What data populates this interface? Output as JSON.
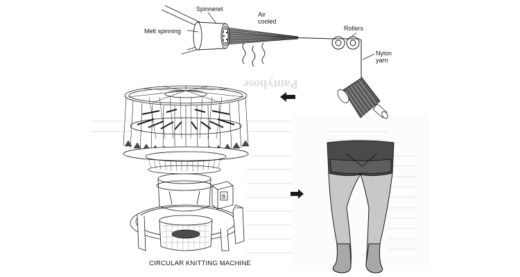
{
  "diagram": {
    "labels": {
      "melt_spinning": "Melt spinning",
      "spinneret": "Spinneret",
      "air_cooled": "Air\ncooled",
      "rollers": "Rollers",
      "nylon_yarn": "Nylon\nyarn"
    },
    "caption": "CIRCULAR KNITTING MACHINE",
    "machine_dial_digit": "8"
  },
  "colors": {
    "ink": "#1a1a1a",
    "grey_light": "#c8c8c8",
    "grey_mid": "#8a8a8a",
    "grey_dark": "#4a4a4a",
    "background": "#ffffff"
  }
}
